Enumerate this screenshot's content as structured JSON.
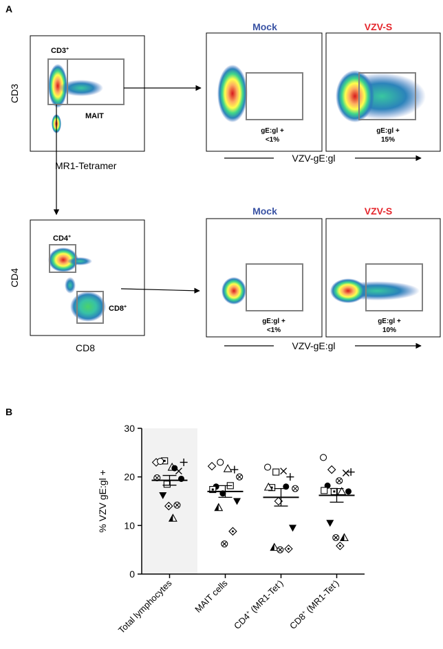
{
  "panel_a": {
    "label": "A",
    "top_gate": {
      "y_axis": "CD3",
      "x_axis": "MR1-Tetramer",
      "gate_cd3": "CD3",
      "gate_cd3_sup": "+",
      "gate_mait": "MAIT"
    },
    "top_samples": [
      {
        "condition": "Mock",
        "color": "#3a53a4",
        "gate_label": "gE:gl +",
        "gate_value": "<1%"
      },
      {
        "condition": "VZV-S",
        "color": "#e5262c",
        "gate_label": "gE:gl +",
        "gate_value": "15%"
      }
    ],
    "top_x_axis": "VZV-gE:gl",
    "bottom_gate": {
      "y_axis": "CD4",
      "x_axis": "CD8",
      "gate_cd4": "CD4",
      "gate_cd4_sup": "+",
      "gate_cd8": "CD8",
      "gate_cd8_sup": "+"
    },
    "bottom_samples": [
      {
        "condition": "Mock",
        "color": "#3a53a4",
        "gate_label": "gE:gl +",
        "gate_value": "<1%"
      },
      {
        "condition": "VZV-S",
        "color": "#e5262c",
        "gate_label": "gE:gl +",
        "gate_value": "10%"
      }
    ],
    "bottom_x_axis": "VZV-gE:gl"
  },
  "panel_b": {
    "label": "B"
  },
  "chart_data": {
    "type": "scatter",
    "ylabel": "% VZV gE:gl +",
    "ylim": [
      0,
      30
    ],
    "yticks": [
      "0",
      "10",
      "20",
      "30"
    ],
    "shaded_category": 0,
    "categories": [
      {
        "label": "Total lymphocytes",
        "sup": "",
        "suffix": ""
      },
      {
        "label": "MAIT cells",
        "sup": "",
        "suffix": ""
      },
      {
        "label": "CD4",
        "sup": "+",
        "suffix": " (MR1-Tet",
        "sup2": "-",
        "close": ")"
      },
      {
        "label": "CD8",
        "sup": "+",
        "suffix": " (MR1-Tet",
        "sup2": "-",
        "close": ")"
      }
    ],
    "markers": [
      "diamond-open",
      "square-dot",
      "triangle-open",
      "cross-x",
      "plus",
      "circle-open",
      "circle-filled",
      "circle-cross",
      "square-open",
      "triangle-down-filled",
      "diamond-dot",
      "circle-x",
      "triangle-half"
    ],
    "groups": [
      {
        "mean": 19.3,
        "sem_low": 18.3,
        "sem_high": 20.3,
        "points": [
          [
            23.0,
            "diamond-open"
          ],
          [
            23.3,
            "square-dot"
          ],
          [
            22.0,
            "triangle-open"
          ],
          [
            21.2,
            "cross-x"
          ],
          [
            23.0,
            "plus"
          ],
          [
            23.2,
            "circle-open"
          ],
          [
            21.8,
            "circle-filled"
          ],
          [
            19.8,
            "circle-cross"
          ],
          [
            18.5,
            "square-open"
          ],
          [
            19.6,
            "circle-filled"
          ],
          [
            16.2,
            "triangle-down-filled"
          ],
          [
            14.2,
            "circle-x"
          ],
          [
            14.0,
            "diamond-dot"
          ],
          [
            11.5,
            "triangle-half"
          ]
        ]
      },
      {
        "mean": 17.0,
        "sem_low": 15.8,
        "sem_high": 18.2,
        "points": [
          [
            22.2,
            "diamond-open"
          ],
          [
            23.0,
            "circle-open"
          ],
          [
            21.7,
            "triangle-open"
          ],
          [
            21.5,
            "plus"
          ],
          [
            20.0,
            "circle-cross"
          ],
          [
            18.0,
            "circle-filled"
          ],
          [
            18.2,
            "square-open"
          ],
          [
            17.4,
            "square-dot"
          ],
          [
            16.6,
            "circle-filled"
          ],
          [
            15.0,
            "triangle-down-filled"
          ],
          [
            13.7,
            "triangle-half"
          ],
          [
            8.8,
            "diamond-dot"
          ],
          [
            6.2,
            "circle-x"
          ]
        ]
      },
      {
        "mean": 15.8,
        "sem_low": 14.0,
        "sem_high": 17.6,
        "points": [
          [
            22.0,
            "circle-open"
          ],
          [
            21.0,
            "square-open"
          ],
          [
            21.2,
            "cross-x"
          ],
          [
            20.0,
            "plus"
          ],
          [
            17.6,
            "circle-cross"
          ],
          [
            17.8,
            "square-dot"
          ],
          [
            18.0,
            "circle-filled"
          ],
          [
            17.9,
            "triangle-open"
          ],
          [
            15.0,
            "diamond-open"
          ],
          [
            9.5,
            "triangle-down-filled"
          ],
          [
            5.5,
            "triangle-half"
          ],
          [
            5.2,
            "diamond-dot"
          ],
          [
            5.0,
            "circle-x"
          ]
        ]
      },
      {
        "mean": 16.2,
        "sem_low": 14.8,
        "sem_high": 17.6,
        "points": [
          [
            24.0,
            "circle-open"
          ],
          [
            21.5,
            "diamond-open"
          ],
          [
            19.2,
            "circle-cross"
          ],
          [
            20.8,
            "cross-x"
          ],
          [
            21.0,
            "plus"
          ],
          [
            18.2,
            "circle-filled"
          ],
          [
            17.0,
            "triangle-open"
          ],
          [
            17.2,
            "square-open"
          ],
          [
            17.0,
            "square-dot"
          ],
          [
            17.0,
            "circle-filled"
          ],
          [
            10.5,
            "triangle-down-filled"
          ],
          [
            7.5,
            "triangle-half"
          ],
          [
            7.5,
            "circle-x"
          ],
          [
            5.8,
            "diamond-dot"
          ]
        ]
      }
    ]
  }
}
